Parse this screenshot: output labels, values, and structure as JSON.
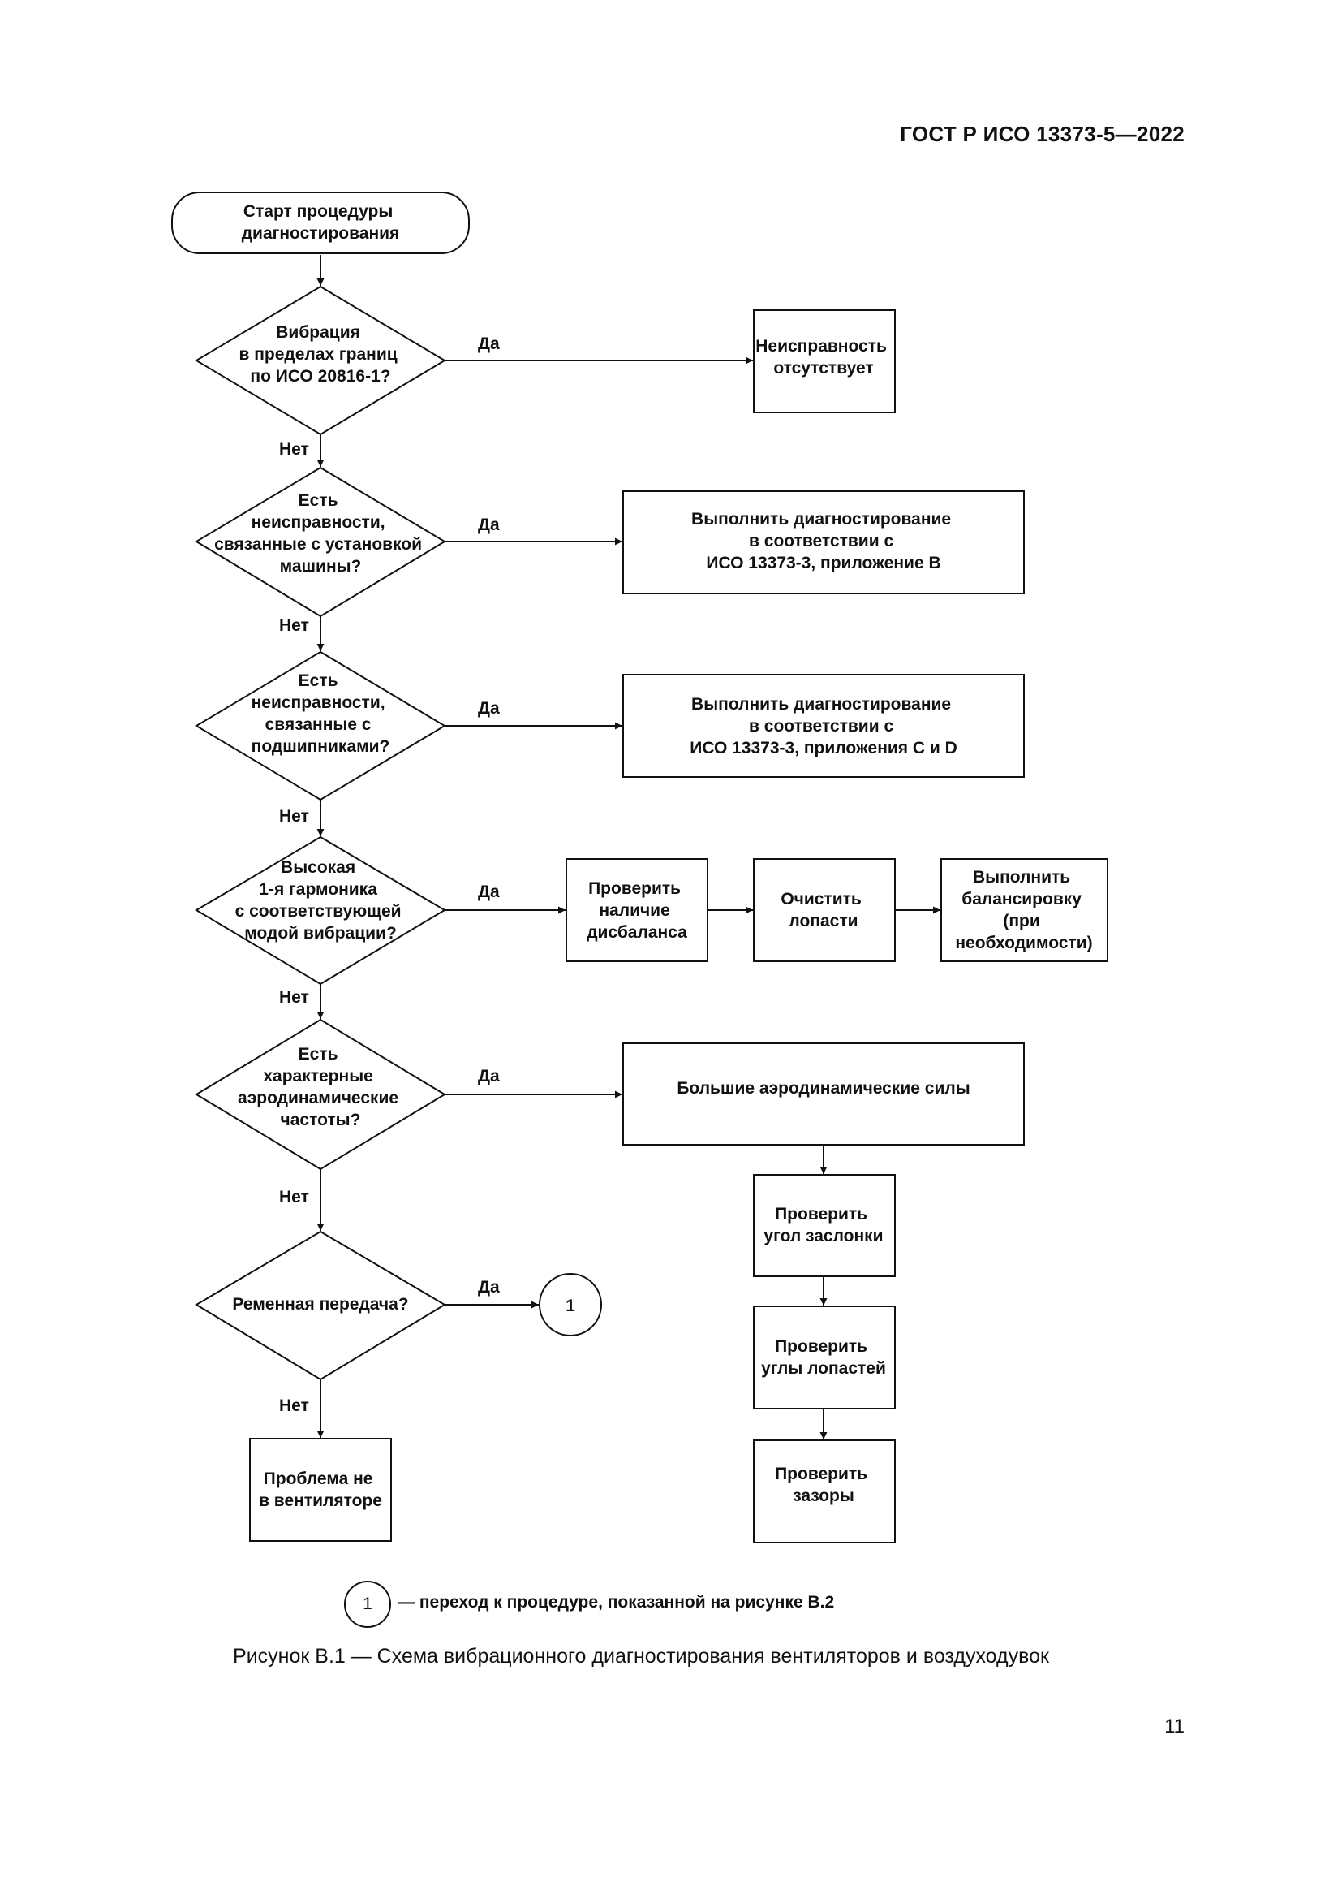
{
  "header": {
    "standard": "ГОСТ Р ИСО 13373-5—2022"
  },
  "flowchart": {
    "start": [
      "Старт процедуры",
      "диагностирования"
    ],
    "decisions": [
      {
        "id": "d1",
        "lines": [
          "Вибрация",
          "в пределах границ",
          "по ИСО 20816-1?"
        ],
        "yes": "Да",
        "no": "Нет"
      },
      {
        "id": "d2",
        "lines": [
          "Есть",
          "неисправности,",
          "связанные с установкой",
          "машины?"
        ],
        "yes": "Да",
        "no": "Нет"
      },
      {
        "id": "d3",
        "lines": [
          "Есть",
          "неисправности,",
          "связанные с",
          "подшипниками?"
        ],
        "yes": "Да",
        "no": "Нет"
      },
      {
        "id": "d4",
        "lines": [
          "Высокая",
          "1-я гармоника",
          "с соответствующей",
          "модой вибрации?"
        ],
        "yes": "Да",
        "no": "Нет"
      },
      {
        "id": "d5",
        "lines": [
          "Есть",
          "характерные",
          "аэродинамические",
          "частоты?"
        ],
        "yes": "Да",
        "no": "Нет"
      },
      {
        "id": "d6",
        "lines": [
          "Ременная передача?"
        ],
        "yes": "Да",
        "no": "Нет"
      }
    ],
    "actions": [
      {
        "id": "a1",
        "lines": [
          "Неисправность",
          "отсутствует"
        ]
      },
      {
        "id": "a2",
        "lines": [
          "Выполнить диагностирование",
          "в соответствии с",
          "ИСО 13373-3, приложение B"
        ]
      },
      {
        "id": "a3",
        "lines": [
          "Выполнить диагностирование",
          "в соответствии с",
          "ИСО 13373-3, приложения C и  D"
        ]
      },
      {
        "id": "a4",
        "lines": [
          "Проверить",
          "наличие",
          "дисбаланса"
        ]
      },
      {
        "id": "a5",
        "lines": [
          "Очистить",
          "лопасти"
        ]
      },
      {
        "id": "a6",
        "lines": [
          "Выполнить",
          "балансировку",
          "(при",
          "необходимости)"
        ]
      },
      {
        "id": "a7",
        "lines": [
          "Большие аэродинамические силы"
        ]
      },
      {
        "id": "a8",
        "lines": [
          "Проверить",
          "угол заслонки"
        ]
      },
      {
        "id": "a9",
        "lines": [
          "Проверить",
          "углы лопастей"
        ]
      },
      {
        "id": "a10",
        "lines": [
          "Проверить",
          "зазоры"
        ]
      },
      {
        "id": "a11",
        "lines": [
          "Проблема не",
          "в вентиляторе"
        ]
      }
    ],
    "connector": "1"
  },
  "legend": {
    "symbol": "1",
    "text": "— переход к процедуре, показанной на рисунке B.2"
  },
  "caption": "Рисунок B.1 — Схема вибрационного диагностирования вентиляторов и воздуходувок",
  "page_number": "11"
}
